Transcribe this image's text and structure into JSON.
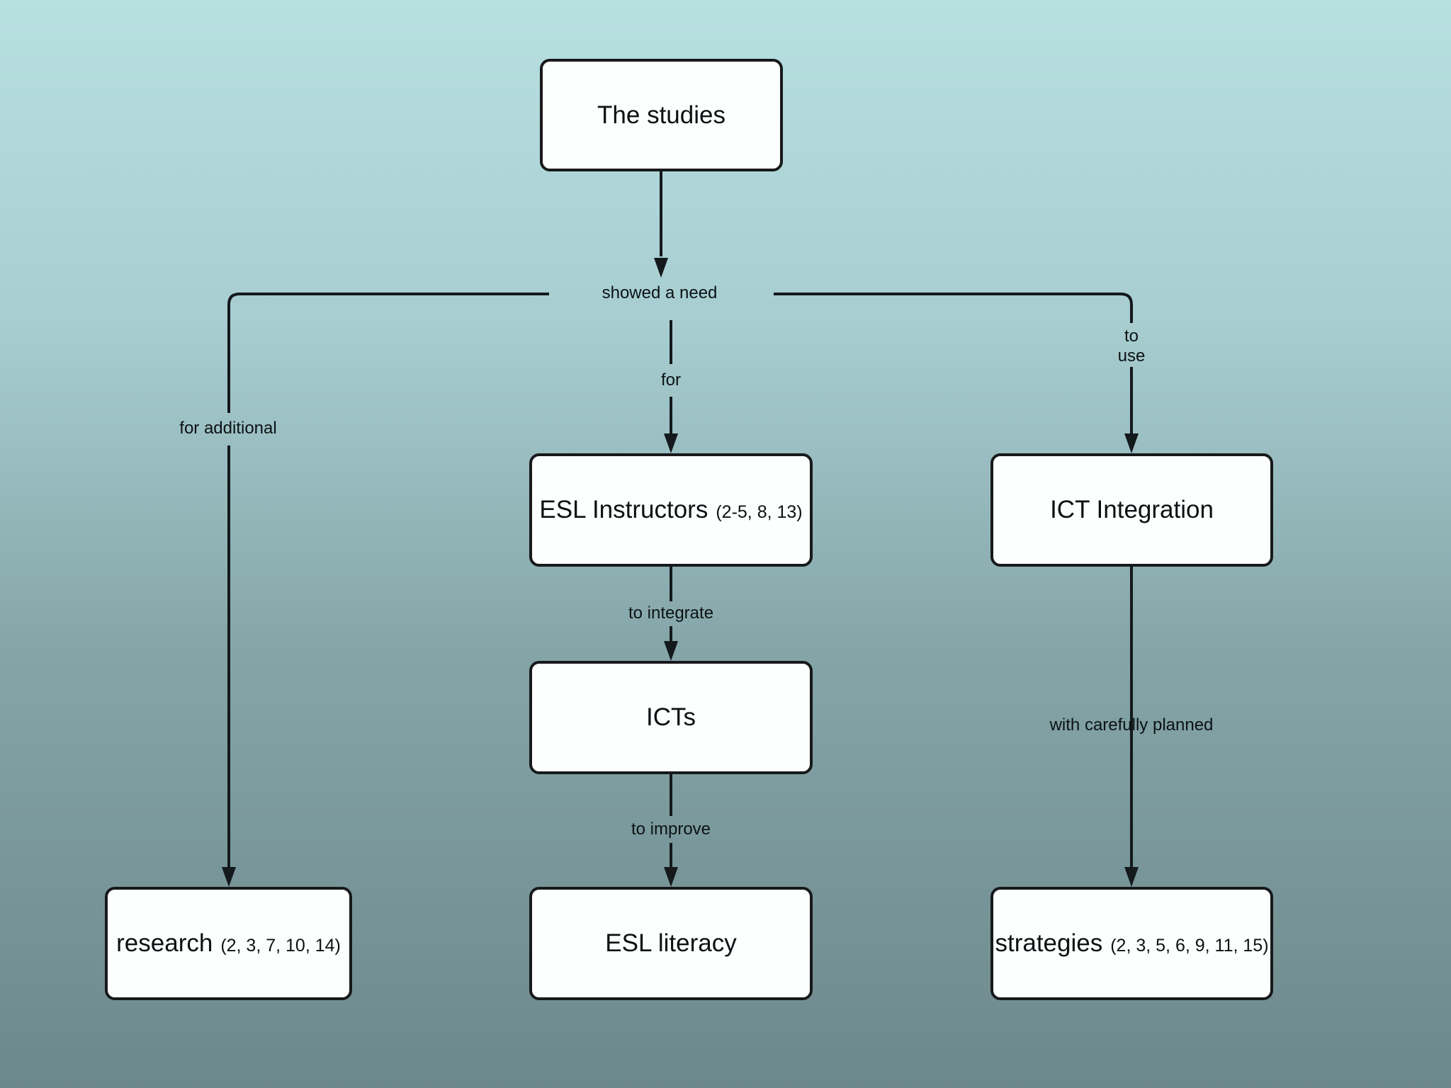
{
  "background": {
    "gradient_top": "#b7e0e1",
    "gradient_mid_upper": "#a7cdd0",
    "gradient_mid_lower": "#84a5a8",
    "gradient_bottom": "#6d888b"
  },
  "diagram": {
    "type": "concept-map",
    "colors": {
      "node_fill": "#fdfffe",
      "node_border": "#17191b",
      "line": "#14191c",
      "text": "#0d1113"
    },
    "nodes": {
      "studies": {
        "label": "The studies"
      },
      "esl_instructors": {
        "label": "ESL Instructors",
        "citation": "(2-5, 8, 13)"
      },
      "ict_integration": {
        "label": "ICT Integration"
      },
      "icts": {
        "label": "ICTs"
      },
      "research": {
        "label": "research",
        "citation": "(2, 3, 7, 10, 14)"
      },
      "esl_literacy": {
        "label": "ESL literacy"
      },
      "strategies": {
        "label": "strategies",
        "citation": "(2, 3, 5, 6, 9, 11, 15)"
      }
    },
    "edge_labels": {
      "showed_a_need": "showed a need",
      "for": "for",
      "for_additional": "for additional",
      "to_use": "to\nuse",
      "to_integrate": "to integrate",
      "to_improve": "to improve",
      "with_carefully_planned": "with carefully planned"
    },
    "edges": [
      {
        "from": "studies",
        "label": "showed a need",
        "to": "branch-point"
      },
      {
        "from": "branch-point",
        "label": "for additional",
        "to": "research"
      },
      {
        "from": "branch-point",
        "label": "for",
        "to": "esl_instructors"
      },
      {
        "from": "branch-point",
        "label": "to use",
        "to": "ict_integration"
      },
      {
        "from": "esl_instructors",
        "label": "to integrate",
        "to": "icts"
      },
      {
        "from": "icts",
        "label": "to improve",
        "to": "esl_literacy"
      },
      {
        "from": "ict_integration",
        "label": "with carefully planned",
        "to": "strategies"
      }
    ]
  }
}
